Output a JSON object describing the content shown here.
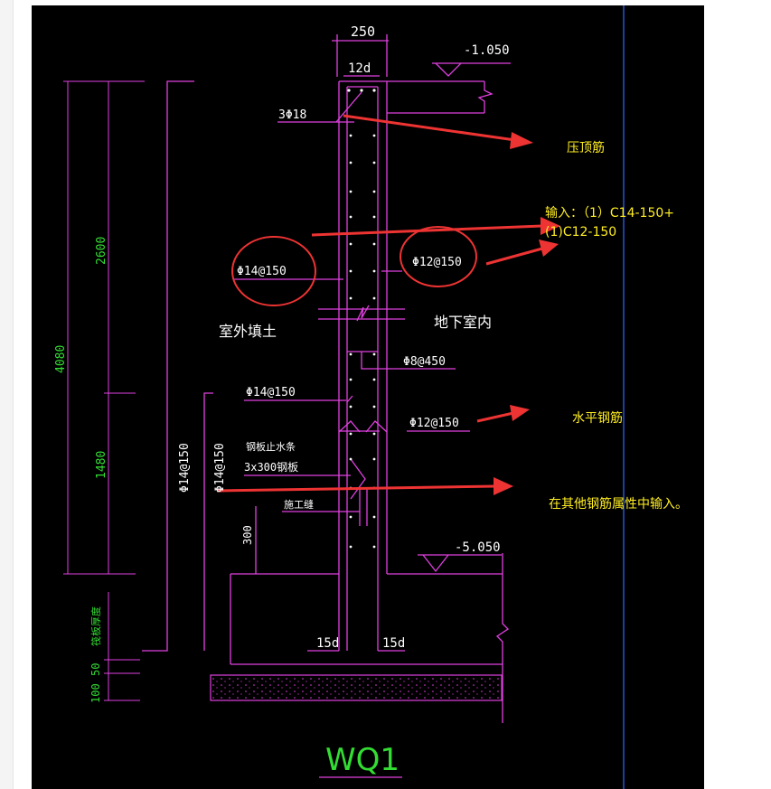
{
  "colors": {
    "background": "#000000",
    "magenta": "#e040e0",
    "white": "#ffffff",
    "green": "#33dd33",
    "yellow": "#ffee22",
    "red": "#ee3333",
    "blue": "#2a6cff"
  },
  "dims": {
    "wall_width": "250",
    "anchor_12d": "12d",
    "total_height": "4080",
    "upper_height": "2600",
    "lower_height": "1480",
    "dim_300": "300",
    "dim_50": "50",
    "dim_100": "100",
    "slab_thickness": "筏板厚度",
    "anchor_left": "15d",
    "anchor_right": "15d"
  },
  "elevations": {
    "top": "-1.050",
    "bottom": "-5.050"
  },
  "rebar": {
    "top_bars": "3Φ18",
    "outer_vertical": "Φ14@150",
    "inner_vertical": "Φ12@150",
    "tie": "Φ8@450",
    "outer_horizontal": "Φ14@150",
    "inner_horizontal": "Φ12@150",
    "left_vertical_1": "Φ14@150",
    "left_vertical_2": "Φ14@150",
    "waterstop_1": "钢板止水条",
    "waterstop_2": "3x300钢板",
    "construction_joint": "施工缝"
  },
  "labels": {
    "outside_fill": "室外填土",
    "basement": "地下室内",
    "drawing_title": "WQ1"
  },
  "notes": {
    "top_bar": "压顶筋",
    "input_line1": "输入：（1）C14-150+",
    "input_line2": "(1)C12-150",
    "horizontal": "水平钢筋",
    "other_props": "在其他钢筋属性中输入。"
  }
}
